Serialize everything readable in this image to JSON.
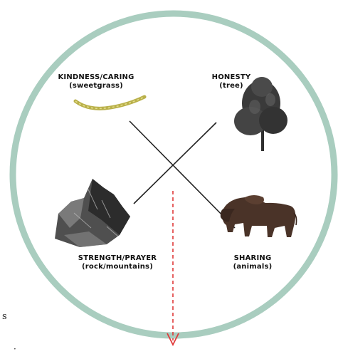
{
  "values": [
    {
      "key": "kindness",
      "title": "KINDNESS/CARING",
      "subtitle": "(sweetgrass)",
      "icon": "sweetgrass-icon"
    },
    {
      "key": "honesty",
      "title": "HONESTY",
      "subtitle": "(tree)",
      "icon": "tree-icon"
    },
    {
      "key": "strength",
      "title": "STRENGTH/PRAYER",
      "subtitle": "(rock/mountains)",
      "icon": "mountain-rock-icon"
    },
    {
      "key": "sharing",
      "title": "SHARING",
      "subtitle": "(animals)",
      "icon": "bison-icon"
    }
  ],
  "stray_text": {
    "s": "s",
    "dot": "·"
  },
  "colors": {
    "ring": "#a9cdbf",
    "cross": "#222222",
    "arrow": "#e03a3a",
    "sweetgrass": "#b9b04a",
    "tree": "#3a3a3a",
    "rock": "#555555",
    "bison": "#4a3328"
  }
}
